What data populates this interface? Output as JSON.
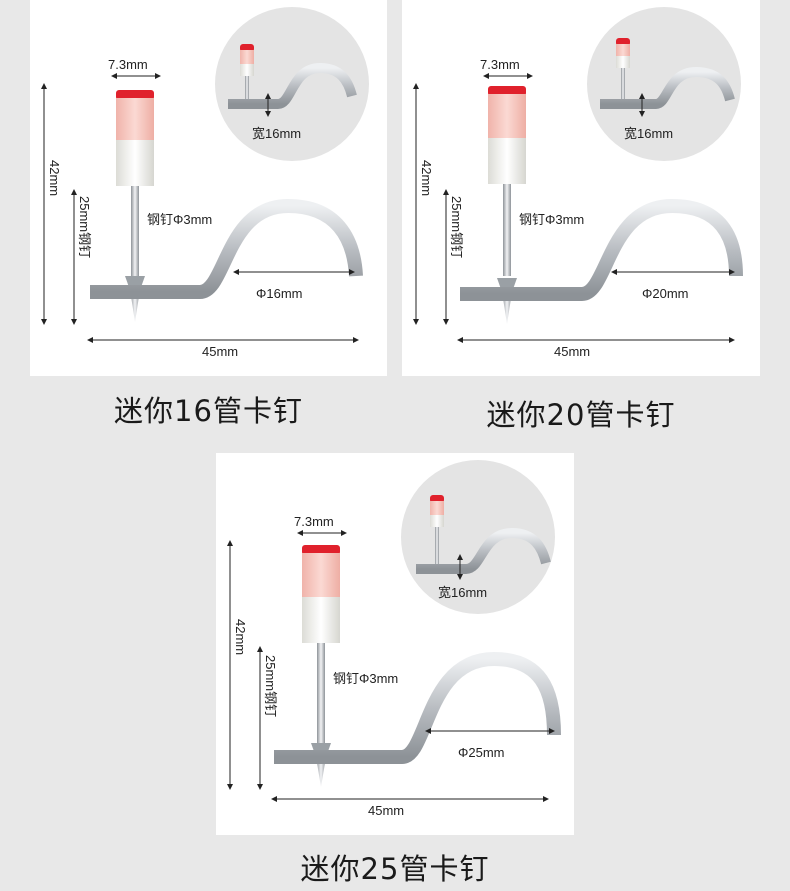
{
  "colors": {
    "page_bg": "#e8e8e8",
    "card_bg": "#ffffff",
    "cap_red": "#e0212c",
    "cap_pink": "#f6c4bc",
    "cap_white": "#f2f2ec",
    "metal": "#c0c4c8",
    "inset_bg": "#e4e4e4",
    "dim_line": "#222222"
  },
  "products": [
    {
      "caption": "迷你16管卡钉",
      "labels": {
        "cap_width": "7.3mm",
        "total_height": "42mm",
        "nail_length": "25mm钢钉",
        "nail_diameter": "钢钉Φ3mm",
        "pipe_diameter": "Φ16mm",
        "total_length": "45mm",
        "strap_width": "宽16mm"
      }
    },
    {
      "caption": "迷你20管卡钉",
      "labels": {
        "cap_width": "7.3mm",
        "total_height": "42mm",
        "nail_length": "25mm钢钉",
        "nail_diameter": "钢钉Φ3mm",
        "pipe_diameter": "Φ20mm",
        "total_length": "45mm",
        "strap_width": "宽16mm"
      }
    },
    {
      "caption": "迷你25管卡钉",
      "labels": {
        "cap_width": "7.3mm",
        "total_height": "42mm",
        "nail_length": "25mm钢钉",
        "nail_diameter": "钢钉Φ3mm",
        "pipe_diameter": "Φ25mm",
        "total_length": "45mm",
        "strap_width": "宽16mm"
      }
    }
  ]
}
